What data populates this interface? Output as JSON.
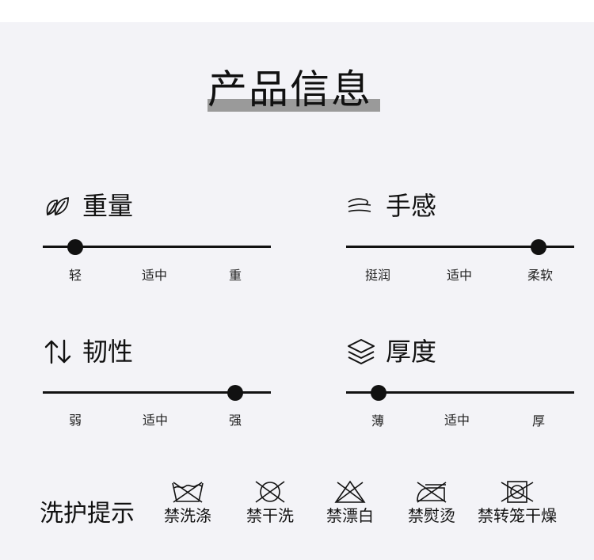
{
  "page_title": "产品信息",
  "attributes": [
    {
      "label": "重量",
      "icon": "leaf-icon",
      "scale": [
        "轻",
        "适中",
        "重"
      ],
      "level": 0.15
    },
    {
      "label": "手感",
      "icon": "hand-icon",
      "scale": [
        "挺润",
        "适中",
        "柔软"
      ],
      "level": 0.85
    },
    {
      "label": "韧性",
      "icon": "up-down-arrows-icon",
      "scale": [
        "弱",
        "适中",
        "强"
      ],
      "level": 0.85
    },
    {
      "label": "厚度",
      "icon": "layers-icon",
      "scale": [
        "薄",
        "适中",
        "厚"
      ],
      "level": 0.15
    }
  ],
  "care": {
    "title": "洗护提示",
    "items": [
      {
        "label": "禁洗涤",
        "icon": "no-wash-icon"
      },
      {
        "label": "禁干洗",
        "icon": "no-dry-clean-icon"
      },
      {
        "label": "禁漂白",
        "icon": "no-bleach-icon"
      },
      {
        "label": "禁熨烫",
        "icon": "no-iron-icon"
      },
      {
        "label": "禁转笼干燥",
        "icon": "no-tumble-dry-icon"
      }
    ]
  },
  "colors": {
    "panel_bg": "#f3f3f7",
    "ink": "#111111",
    "title_bar": "#9a9a9a"
  }
}
